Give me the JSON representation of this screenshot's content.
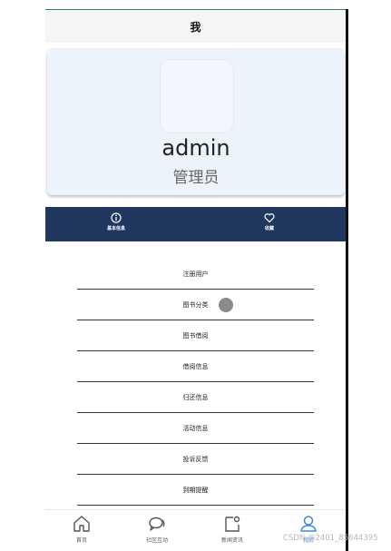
{
  "header": {
    "title": "我"
  },
  "profile": {
    "username": "admin",
    "role": "管理员"
  },
  "infobar": {
    "left_label": "基本信息",
    "right_label": "收藏"
  },
  "menu": [
    {
      "label": "注册用户"
    },
    {
      "label": "图书分类"
    },
    {
      "label": "图书借阅"
    },
    {
      "label": "借阅信息"
    },
    {
      "label": "归还信息"
    },
    {
      "label": "活动信息"
    },
    {
      "label": "投诉反馈"
    },
    {
      "label": "到期提醒"
    }
  ],
  "tabs": [
    {
      "label": "首页",
      "icon": "home-icon",
      "active": false
    },
    {
      "label": "社区互动",
      "icon": "chat-icon",
      "active": false
    },
    {
      "label": "新闻资讯",
      "icon": "news-icon",
      "active": false
    },
    {
      "label": "我的",
      "icon": "user-icon",
      "active": true
    }
  ],
  "watermark": "CSDN @2401_85644395",
  "colors": {
    "accent": "#20385f",
    "active_tab": "#3d8bdc",
    "card_bg": "#edf3fb"
  }
}
